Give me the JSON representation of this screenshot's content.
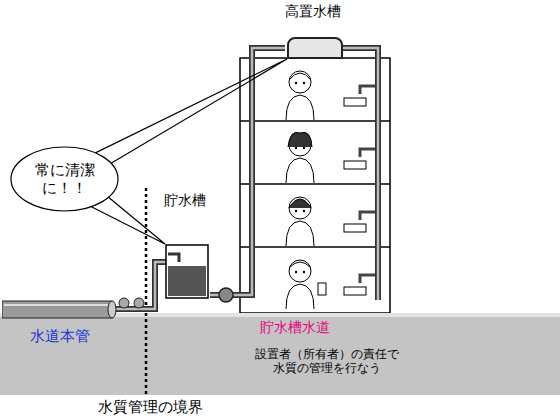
{
  "diagram": {
    "nodes": [
      {
        "text": [
          "高置水槽"
        ]
      },
      {
        "text": [
          "常に清潔 に！！"
        ]
      },
      {
        "text": [
          "貯水槽"
        ]
      },
      {
        "text": [
          "貯水槽水道",
          "設置者（所有者）の責任で 水質の管理を行なう"
        ]
      },
      {
        "text": [
          "水道本管"
        ],
        "in": 3
      }
    ],
    "edges": [
      {
        "from": 1,
        "to": 0,
        "arrow": "none"
      },
      {
        "from": 1,
        "to": 2,
        "arrow": "none"
      }
    ],
    "labels": [
      "水質管理の境界"
    ]
  }
}
